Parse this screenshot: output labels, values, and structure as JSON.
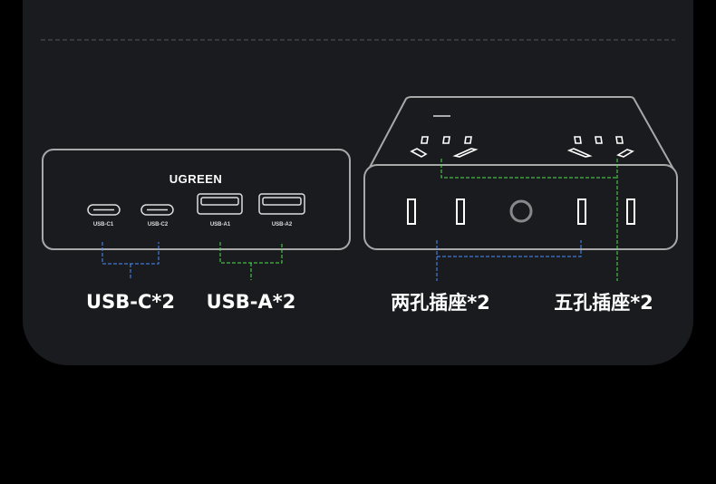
{
  "brand": "UGREEN",
  "ports": {
    "usb_c1": "USB-C1",
    "usb_c2": "USB-C2",
    "usb_a1": "USB-A1",
    "usb_a2": "USB-A2"
  },
  "labels": {
    "usb_c": "USB-C*2",
    "usb_a": "USB-A*2",
    "two_pin": "两孔插座*2",
    "five_pin": "五孔插座*2"
  },
  "colors": {
    "background": "#000000",
    "card": "#1a1b1f",
    "outline": "#a8a8a8",
    "blue_dash": "#4a8fff",
    "green_dash": "#4fe04f"
  }
}
